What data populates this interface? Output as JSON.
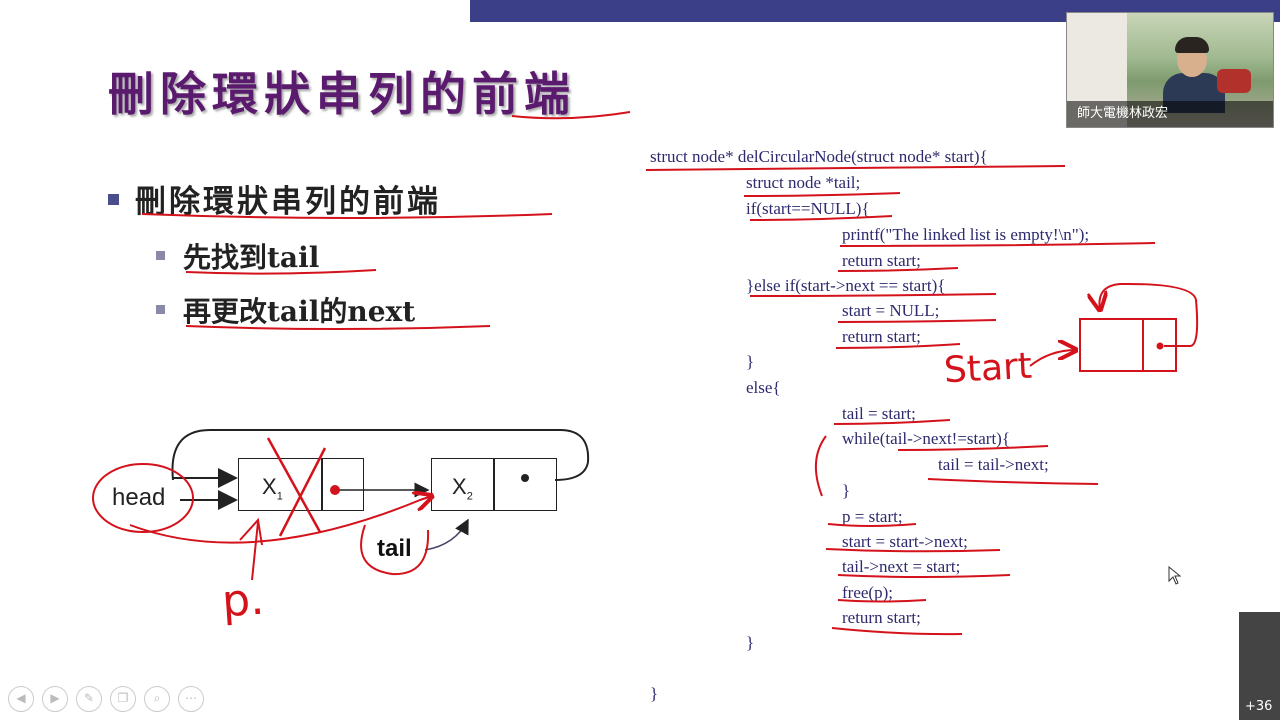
{
  "slide": {
    "title": "刪除環狀串列的前端",
    "bullets": [
      {
        "text": "刪除環狀串列的前端"
      },
      {
        "text": "先找到tail"
      },
      {
        "text": "再更改tail的next"
      }
    ],
    "code_lines": [
      "struct node* delCircularNode(struct node* start){",
      "struct node *tail;",
      "if(start==NULL){",
      "printf(\"The linked list is empty!\\n\");",
      "return start;",
      "}else if(start->next == start){",
      "start = NULL;",
      "return start;",
      "}",
      "else{",
      "tail = start;",
      "while(tail->next!=start){",
      "tail = tail->next;",
      "}",
      "p = start;",
      "start = start->next;",
      "tail->next = start;",
      "free(p);",
      "return start;",
      "}",
      "}"
    ],
    "diagram": {
      "head_label": "head",
      "node1_label": "X",
      "node1_sub": "1",
      "node2_label": "X",
      "node2_sub": "2",
      "tail_label": "tail"
    }
  },
  "annotations": {
    "handwritten_p": "p.",
    "handwritten_start": "Start"
  },
  "webcam": {
    "caption": "師大電機林政宏"
  },
  "participants_badge": "+36",
  "toolbar": {
    "icons": [
      "prev-icon",
      "next-icon",
      "pen-icon",
      "copy-icon",
      "zoom-icon",
      "more-icon"
    ]
  },
  "colors": {
    "title": "#5a1a6e",
    "topbar": "#3b3f87",
    "code": "#2d2a6e",
    "ink": "#d4121b"
  }
}
